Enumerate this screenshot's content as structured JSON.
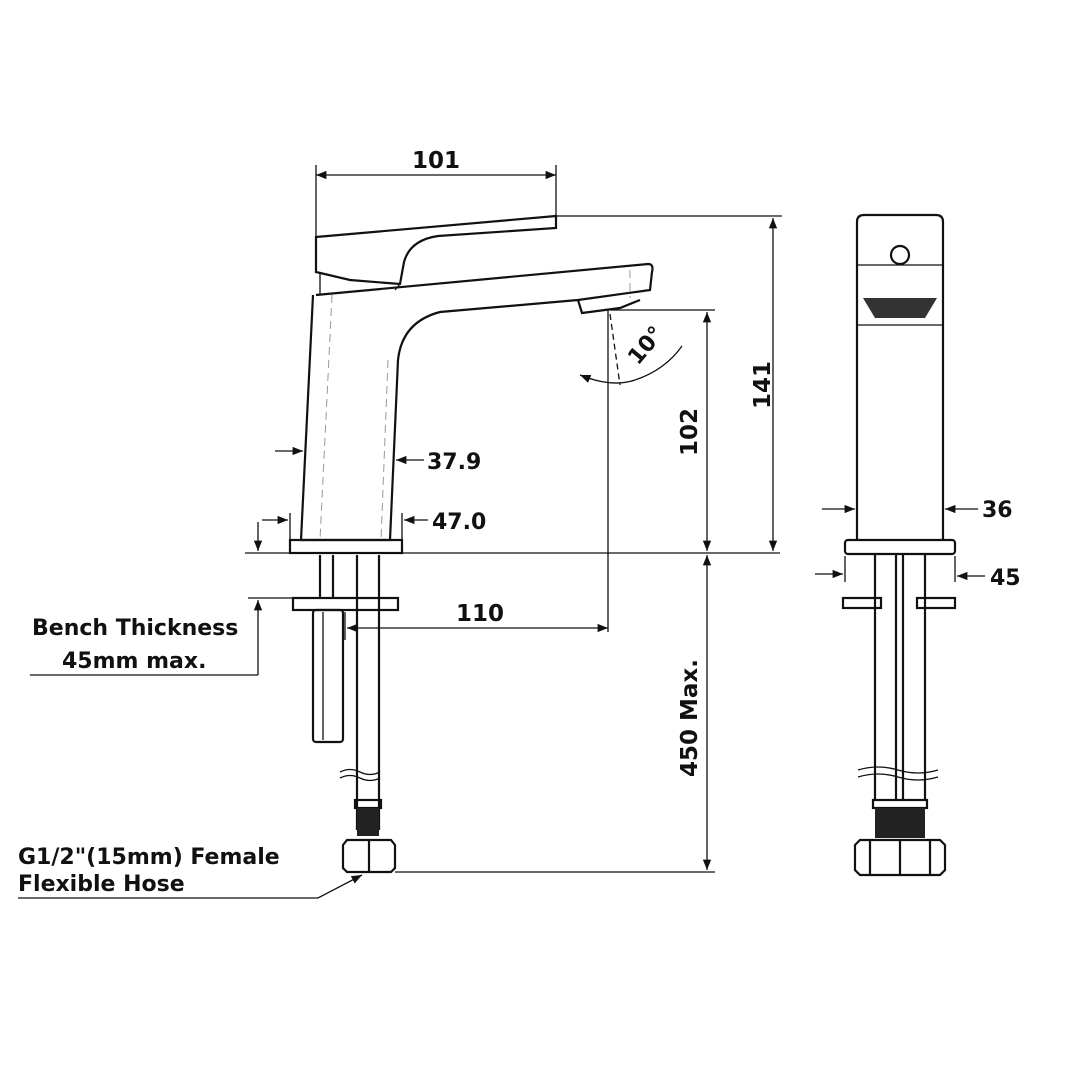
{
  "dimensions": {
    "handle_length": "101",
    "total_height": "141",
    "spout_height": "102",
    "body_width_top": "37.9",
    "body_width_base": "47.0",
    "spout_reach": "110",
    "spout_angle": "10°",
    "side_body_width": "36",
    "side_base_width": "45",
    "hose_length": "450 Max."
  },
  "notes": {
    "bench_line1": "Bench Thickness",
    "bench_line2": "45mm max.",
    "hose_line1": "G1/2\"(15mm) Female",
    "hose_line2": "Flexible Hose"
  }
}
